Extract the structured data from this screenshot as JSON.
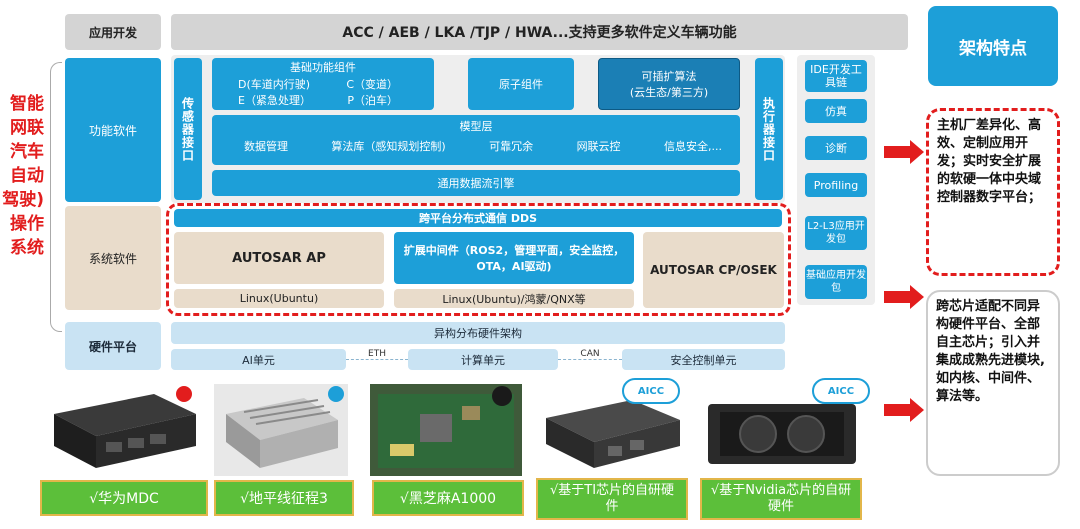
{
  "left_title": "智能网联汽车自动驾驶操作系统",
  "left_title_lines": [
    "智能",
    "网联",
    "汽车",
    "自动",
    "驾驶)",
    "操作",
    "系统"
  ],
  "layers": {
    "app": "应用开发",
    "func": "功能软件",
    "sys": "系统软件",
    "hw": "硬件平台"
  },
  "app_bar": "ACC / AEB / LKA /TJP / HWA...支持更多软件定义车辆功能",
  "sensor_if": "传感器接口",
  "actuator_if": "执行器接口",
  "basic_components": {
    "title": "基础功能组件",
    "items": [
      "D(车道内行驶)",
      "C（变道）",
      "E（紧急处理）",
      "P（泊车）"
    ]
  },
  "atomic": "原子组件",
  "extensible": {
    "line1": "可插扩算法",
    "line2": "(云生态/第三方)"
  },
  "model_layer": {
    "title": "模型层",
    "items": [
      "数据管理",
      "算法库（感知规划控制)",
      "可靠冗余",
      "网联云控",
      "信息安全,..."
    ]
  },
  "data_flow": "通用数据流引擎",
  "dds": "跨平台分布式通信 DDS",
  "autosar_ap": "AUTOSAR AP",
  "middleware": {
    "line1": "扩展中间件（ROS2，管理平面，安全监控，",
    "line2": "OTA，AI驱动)"
  },
  "autosar_cp": "AUTOSAR CP/OSEK",
  "linux1": "Linux(Ubuntu)",
  "linux2": "Linux(Ubuntu)/鸿蒙/QNX等",
  "hetero": "异构分布硬件架构",
  "hw_units": [
    "AI单元",
    "计算单元",
    "安全控制单元"
  ],
  "links": [
    "ETH",
    "CAN"
  ],
  "tools": [
    {
      "label": "IDE开发工具链"
    },
    {
      "label": "仿真"
    },
    {
      "label": "诊断"
    },
    {
      "label": "Profiling"
    },
    {
      "label": "L2-L3应用开发包"
    },
    {
      "label": "基础应用开发包"
    }
  ],
  "features_title": "架构特点",
  "feature1": "主机厂差异化、高效、定制应用开发；实时安全扩展的软硬一体中央域控制器数字平台；",
  "feature2": "跨芯片适配不同异构硬件平台、全部自主芯片；引入并集成成熟先进模块,如内核、中间件、算法等。",
  "products": [
    {
      "label": "√华为MDC"
    },
    {
      "label": "√地平线征程3"
    },
    {
      "label": "√黑芝麻A1000"
    },
    {
      "label": "√基于TI芯片的自研硬件"
    },
    {
      "label": "√基于Nvidia芯片的自研硬件"
    }
  ],
  "logos": [
    "AICC",
    "AICC"
  ],
  "colors": {
    "accent_blue": "#1d9fd8",
    "red": "#e21d1d",
    "green": "#5cbf3a"
  }
}
